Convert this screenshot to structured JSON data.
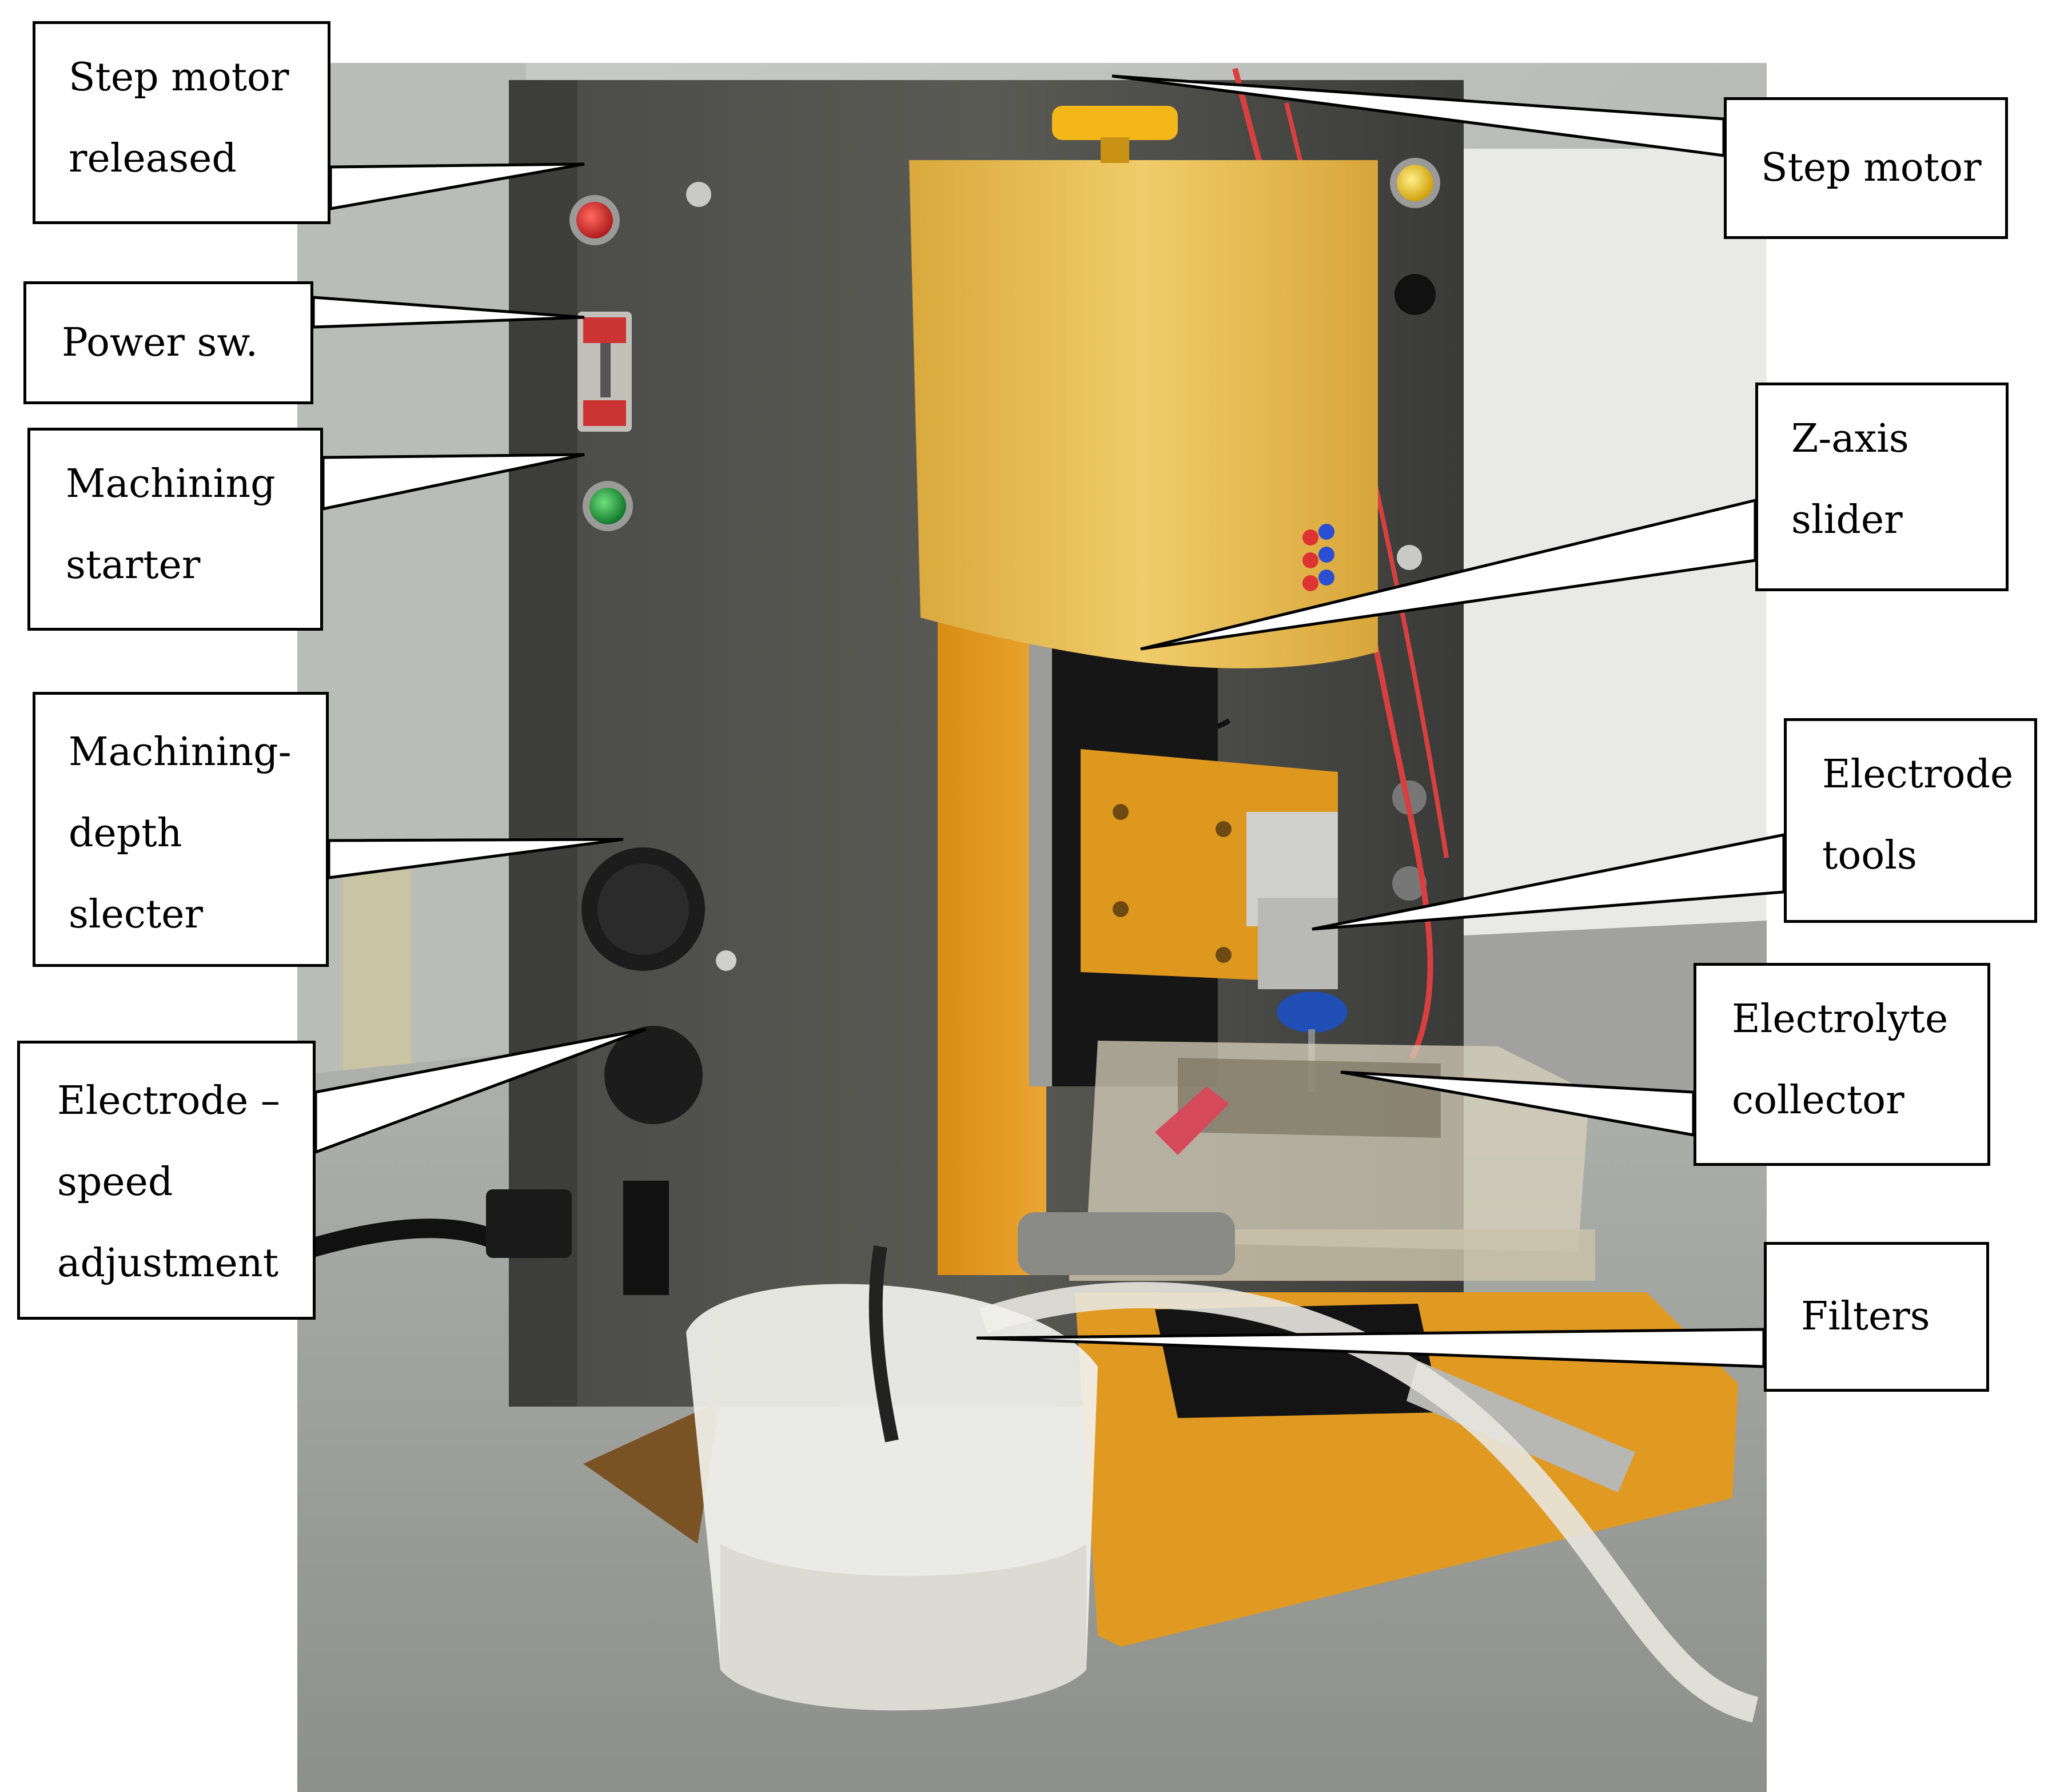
{
  "figure": {
    "labels": {
      "step_motor_released": "Step  motor\nreleased",
      "power_switch": "Power sw.",
      "machining_starter": "Machining\nstarter",
      "machining_depth_selecter": "Machining-\ndepth\nslecter",
      "electrode_speed_adjustment": "Electrode  –\nspeed\nadjustment",
      "step_motor": "Step motor",
      "z_axis_slider": "Z-axis\nslider",
      "electrode_tools": "Electrode\ntools",
      "electrolyte_collector": "Electrolyte\ncollector",
      "filters": "Filters"
    },
    "colors": {
      "machine_frame": "#3f3f3d",
      "machine_yellow": "#e6b84a",
      "machine_orange": "#e39a1e",
      "button_red": "#d3272a",
      "button_green": "#1e9a3a",
      "button_yellow": "#f1c21a",
      "knob_blue": "#1f4fb5",
      "wire_red": "#d84040"
    }
  }
}
